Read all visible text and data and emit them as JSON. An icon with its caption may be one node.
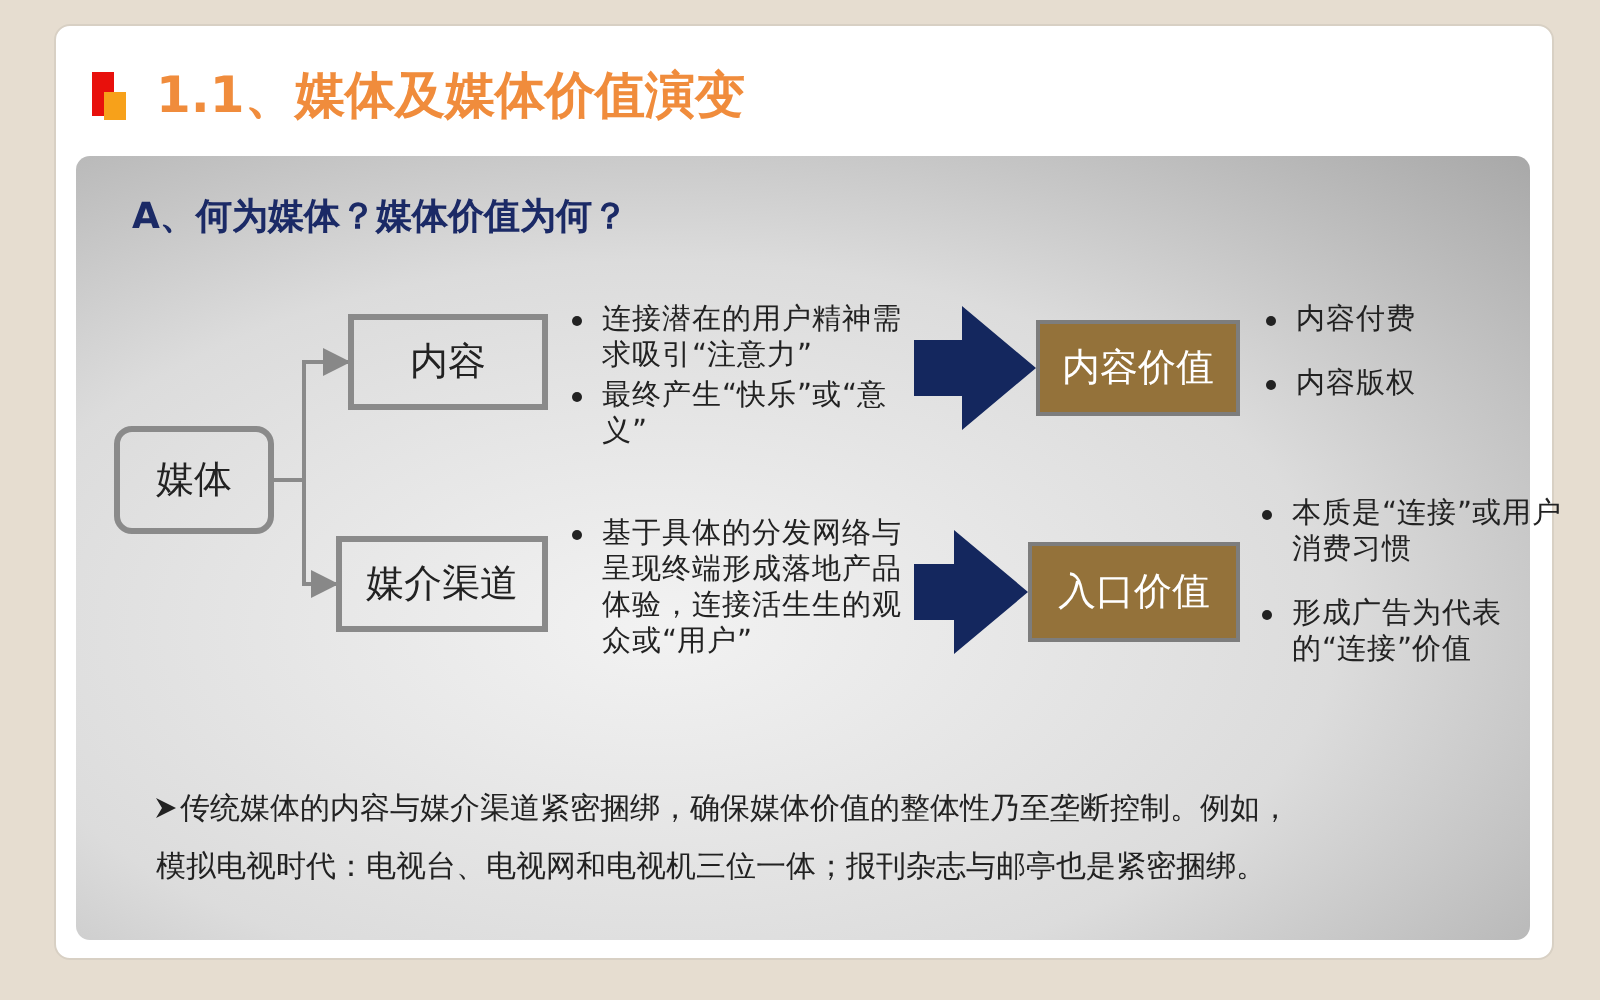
{
  "diagram": {
    "title": "1.1、媒体及媒体价值演变",
    "nodes": [
      {
        "text": [
          "媒体"
        ]
      },
      {
        "text": [
          "内容"
        ],
        "beside": [
          "连接潜在的用户精神需求吸引“注意力”",
          "最终产生“快乐”或“意义”"
        ]
      },
      {
        "text": [
          "媒介渠道"
        ],
        "beside": [
          "基于具体的分发网络与呈现终端形成落地产品体验，连接活生生的观众或“用户”"
        ]
      },
      {
        "text": [
          "内容价值"
        ],
        "beside": [
          "内容付费",
          "内容版权"
        ]
      },
      {
        "text": [
          "入口价值"
        ],
        "beside": [
          "本质是“连接”或用户消费习惯",
          "形成广告为代表的“连接”价值"
        ]
      }
    ],
    "edges": [
      {
        "from": 0,
        "to": 1,
        "arrow": "to"
      },
      {
        "from": 0,
        "to": 2,
        "arrow": "to"
      },
      {
        "from": 1,
        "to": 3,
        "arrow": "to",
        "style": "thick",
        "color": "#14275e"
      },
      {
        "from": 2,
        "to": 4,
        "arrow": "to",
        "style": "thick",
        "color": "#14275e"
      }
    ],
    "labels": [
      "A、何为媒体？媒体价值为何？",
      "传统媒体的内容与媒介渠道紧密捆绑，确保媒体价值的整体性乃至垄断控制。例如，模拟电视时代：电视台、电视网和电视机三位一体；报刊杂志与邮亭也是紧密捆绑。"
    ]
  }
}
